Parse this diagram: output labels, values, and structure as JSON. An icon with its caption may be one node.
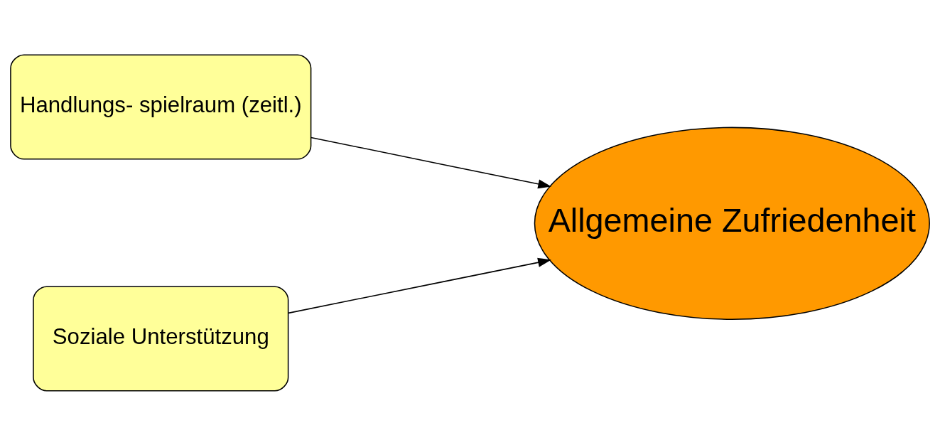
{
  "diagram": {
    "nodes": [
      {
        "text": [
          "Handlungs- spielraum (zeitl.)"
        ]
      },
      {
        "text": [
          "Soziale Unterstützung"
        ]
      },
      {
        "text": [
          "Allgemeine Zufriedenheit"
        ]
      }
    ],
    "edges": [
      {
        "from": 0,
        "to": 2,
        "arrow": "to"
      },
      {
        "from": 1,
        "to": 2,
        "arrow": "to"
      }
    ]
  }
}
